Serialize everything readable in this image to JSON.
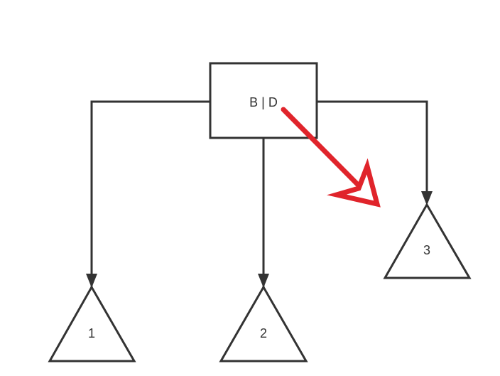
{
  "diagram": {
    "root": {
      "label": "B | D"
    },
    "children": [
      {
        "label": "1"
      },
      {
        "label": "2"
      },
      {
        "label": "3"
      }
    ],
    "colors": {
      "stroke": "#333333",
      "arrow": "#e0242b",
      "background": "#ffffff"
    }
  }
}
